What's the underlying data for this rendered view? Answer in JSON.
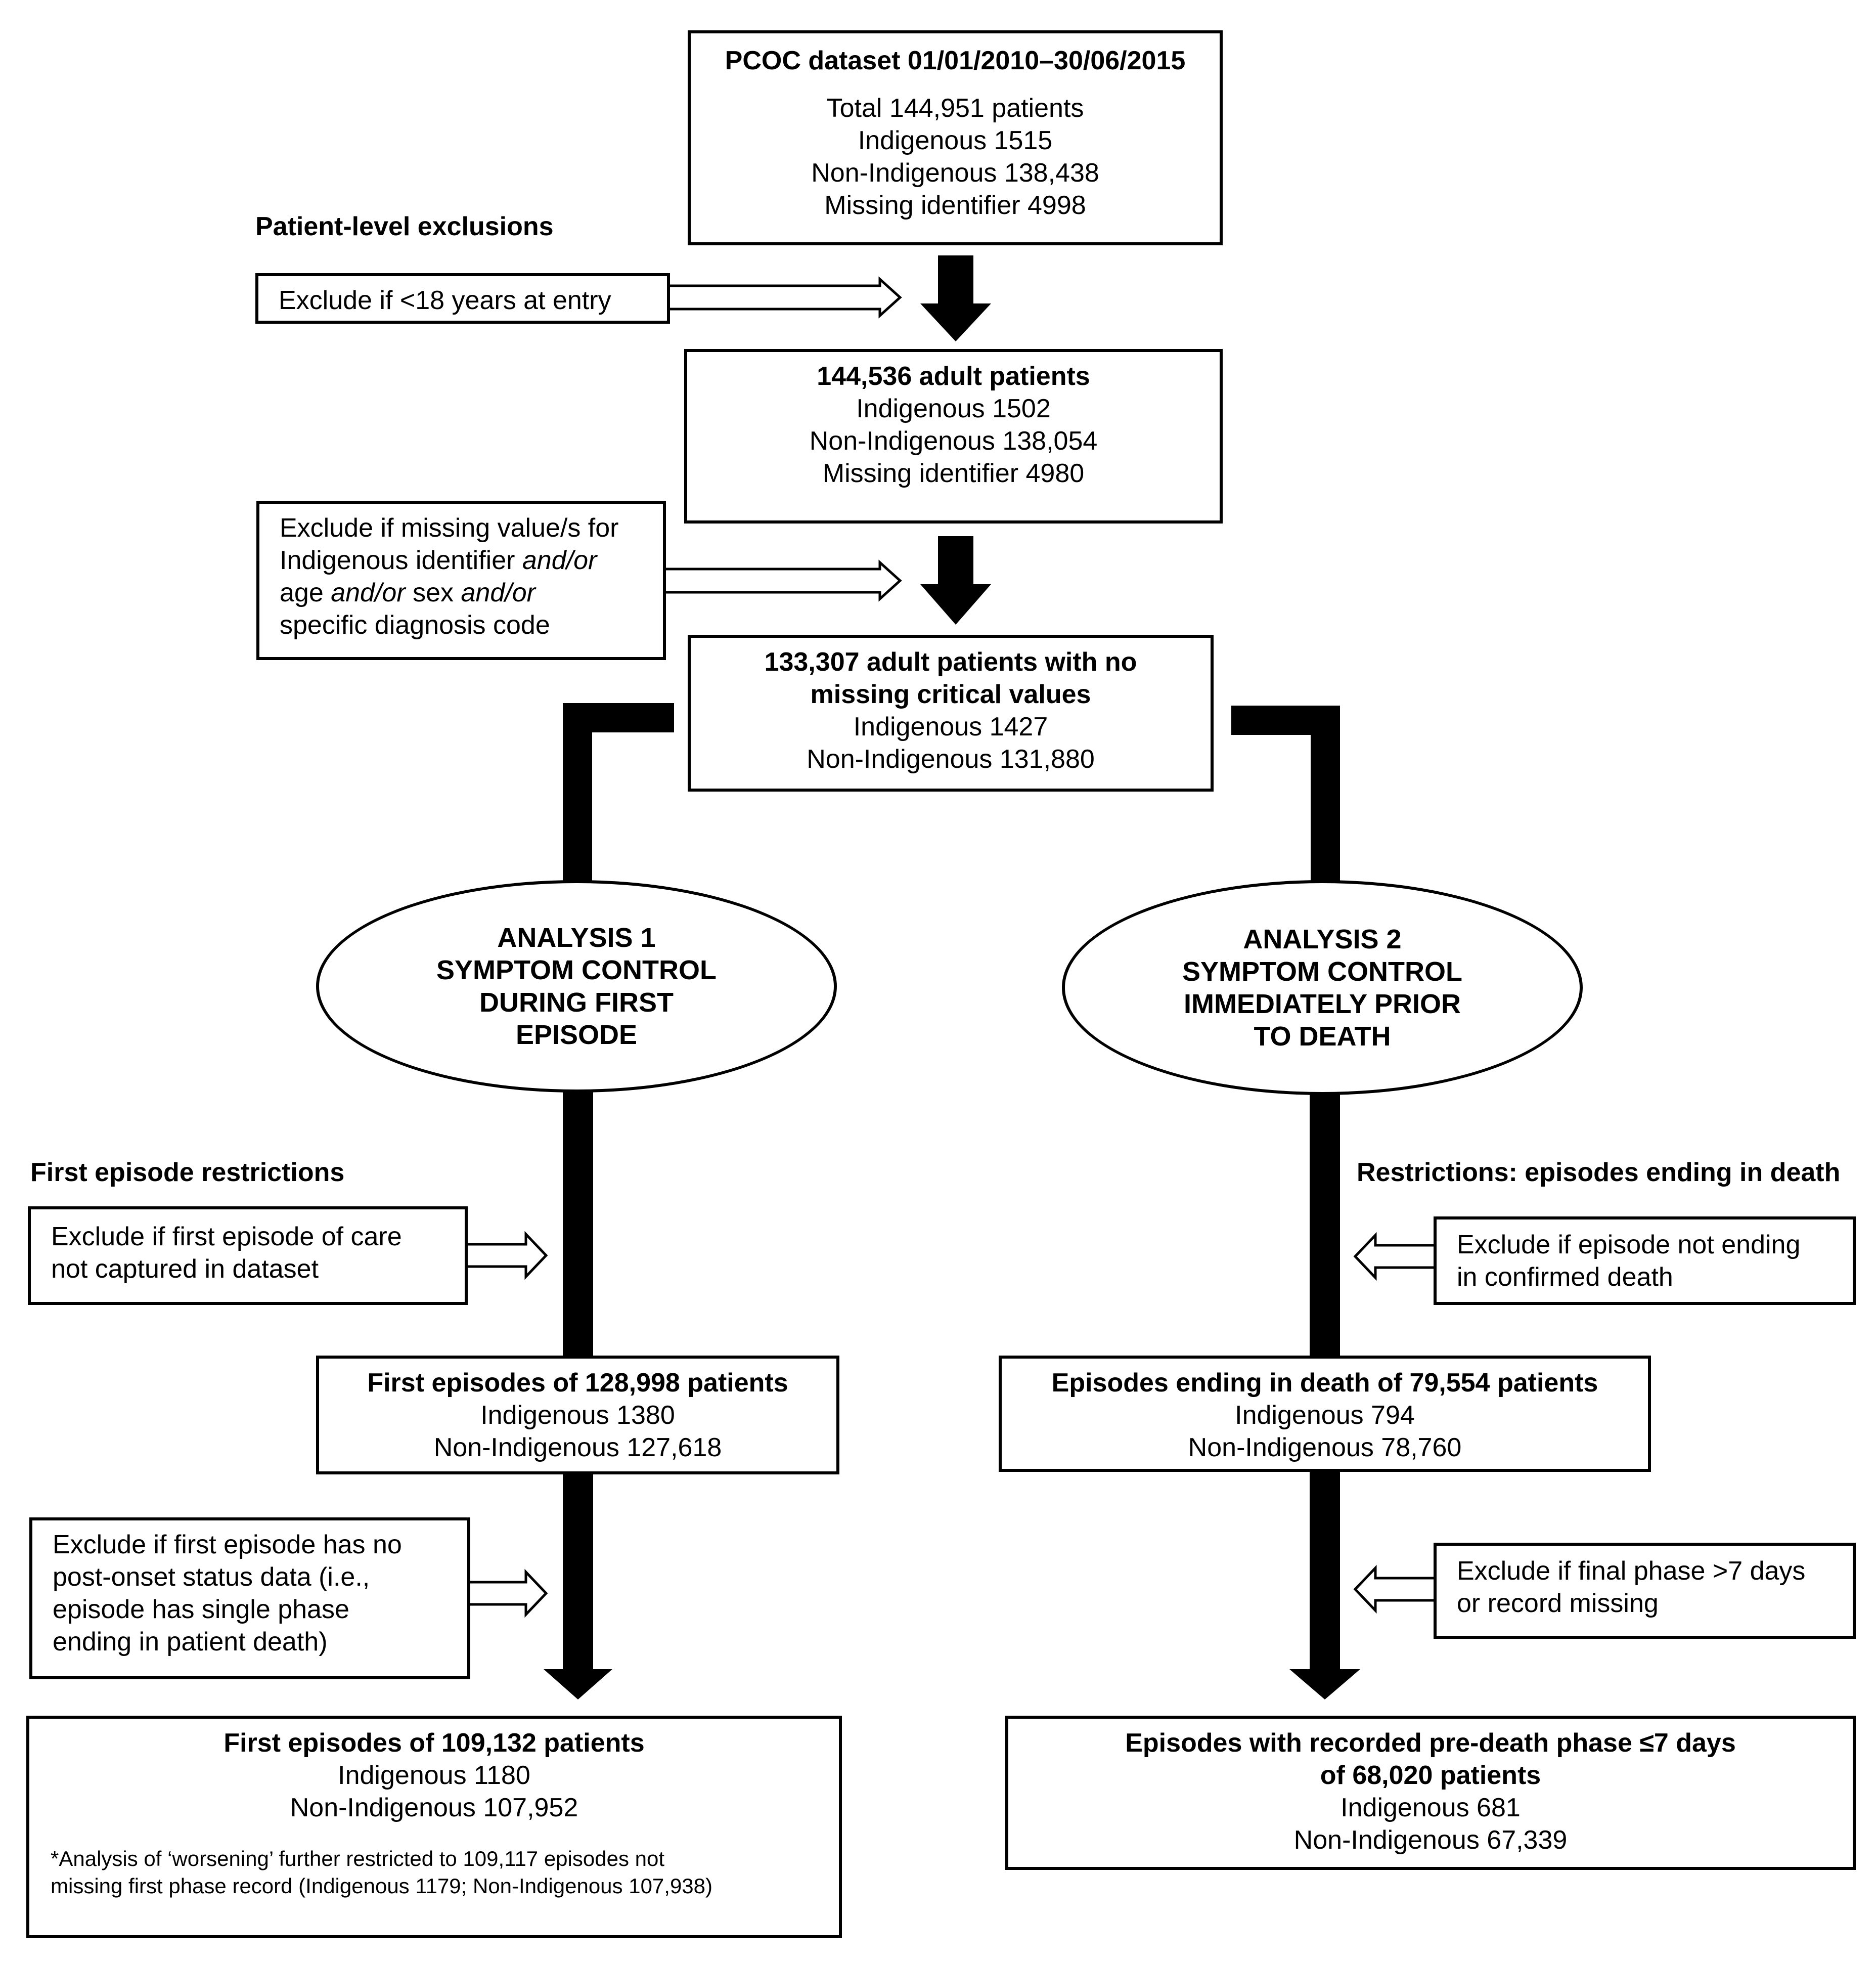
{
  "top": {
    "title": "PCOC dataset 01/01/2010–30/06/2015",
    "lines": [
      "Total 144,951 patients",
      "Indigenous 1515",
      "Non-Indigenous 138,438",
      "Missing identifier 4998"
    ]
  },
  "patient_exclusions_heading": "Patient-level exclusions",
  "excl_age": "Exclude if <18 years at entry",
  "adult": {
    "title": "144,536 adult patients",
    "lines": [
      "Indigenous 1502",
      "Non-Indigenous 138,054",
      "Missing identifier 4980"
    ]
  },
  "excl_missing": {
    "l1": "Exclude if missing value/s for",
    "l2a": "Indigenous identifier ",
    "l2b": "and/or",
    "l3a": "age ",
    "l3b": "and/or",
    "l3c": " sex ",
    "l3d": "and/or",
    "l4": "specific diagnosis code"
  },
  "nomissing": {
    "title1": "133,307 adult patients with no",
    "title2": "missing critical values",
    "lines": [
      "Indigenous 1427",
      "Non-Indigenous 131,880"
    ]
  },
  "analysis1": [
    "ANALYSIS 1",
    "SYMPTOM CONTROL",
    "DURING FIRST",
    "EPISODE"
  ],
  "analysis2": [
    "ANALYSIS 2",
    "SYMPTOM CONTROL",
    "IMMEDIATELY PRIOR",
    "TO DEATH"
  ],
  "first_heading": "First episode restrictions",
  "death_heading": "Restrictions: episodes ending in death",
  "excl_first": [
    "Exclude if first episode of care",
    "not captured in dataset"
  ],
  "excl_death": [
    "Exclude if episode not ending",
    "in confirmed death"
  ],
  "first1": {
    "title": "First episodes of 128,998 patients",
    "lines": [
      "Indigenous 1380",
      "Non-Indigenous 127,618"
    ]
  },
  "death1": {
    "title": "Episodes ending in death of 79,554 patients",
    "lines": [
      "Indigenous 794",
      "Non-Indigenous 78,760"
    ]
  },
  "excl_postonset": [
    "Exclude if first episode has no",
    "post-onset status data (i.e.,",
    "episode has single phase",
    "ending in patient death)"
  ],
  "excl_phase": [
    "Exclude if final phase >7 days",
    "or record missing"
  ],
  "first2": {
    "title": "First episodes of 109,132 patients",
    "lines": [
      "Indigenous 1180",
      "Non-Indigenous 107,952"
    ],
    "note1": "*Analysis of ‘worsening’ further restricted to 109,117 episodes not",
    "note2": "missing first phase record (Indigenous 1179; Non-Indigenous 107,938)"
  },
  "death2": {
    "title1": "Episodes with recorded pre-death phase ≤7 days",
    "title2": "of 68,020 patients",
    "lines": [
      "Indigenous 681",
      "Non-Indigenous 67,339"
    ]
  }
}
